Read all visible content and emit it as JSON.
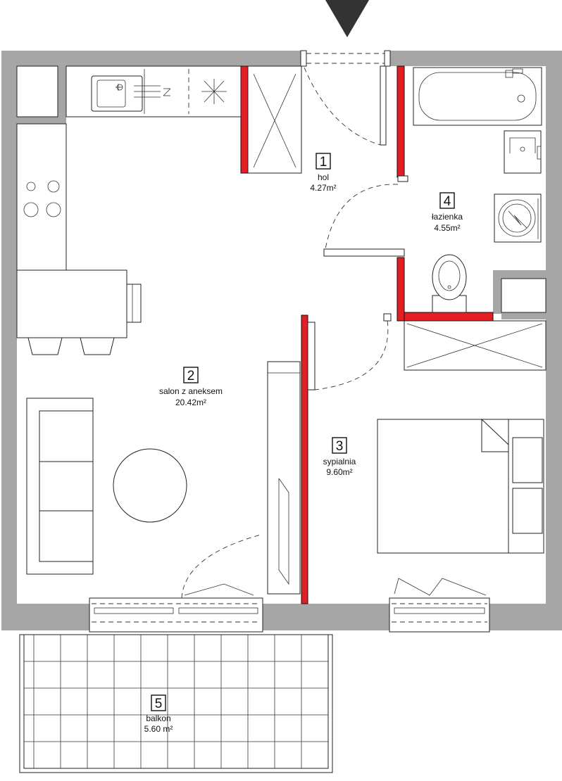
{
  "rooms": [
    {
      "number": "1",
      "name": "hol",
      "area": "4.27m²"
    },
    {
      "number": "2",
      "name": "salon z aneksem",
      "area": "20.42m²"
    },
    {
      "number": "3",
      "name": "sypialnia",
      "area": "9.60m²"
    },
    {
      "number": "4",
      "name": "łazienka",
      "area": "4.55m²"
    },
    {
      "number": "5",
      "name": "balkon",
      "area": "5.60 m²"
    }
  ],
  "colors": {
    "walls": "#a6a6a6",
    "new_walls": "#e31e24"
  },
  "icons": [
    "entrance-arrow-icon",
    "sink-icon",
    "cooktop-icon",
    "bathtub-icon",
    "washing-machine-icon",
    "toilet-icon",
    "bed-icon",
    "sofa-icon",
    "round-table-icon",
    "wardrobe-icon"
  ]
}
